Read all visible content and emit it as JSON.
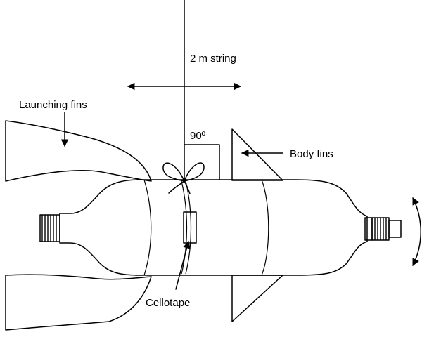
{
  "labels": {
    "string": "2 m string",
    "launching_fins": "Launching fins",
    "body_fins": "Body fins",
    "angle": "90º",
    "cellotape": "Cellotape"
  }
}
